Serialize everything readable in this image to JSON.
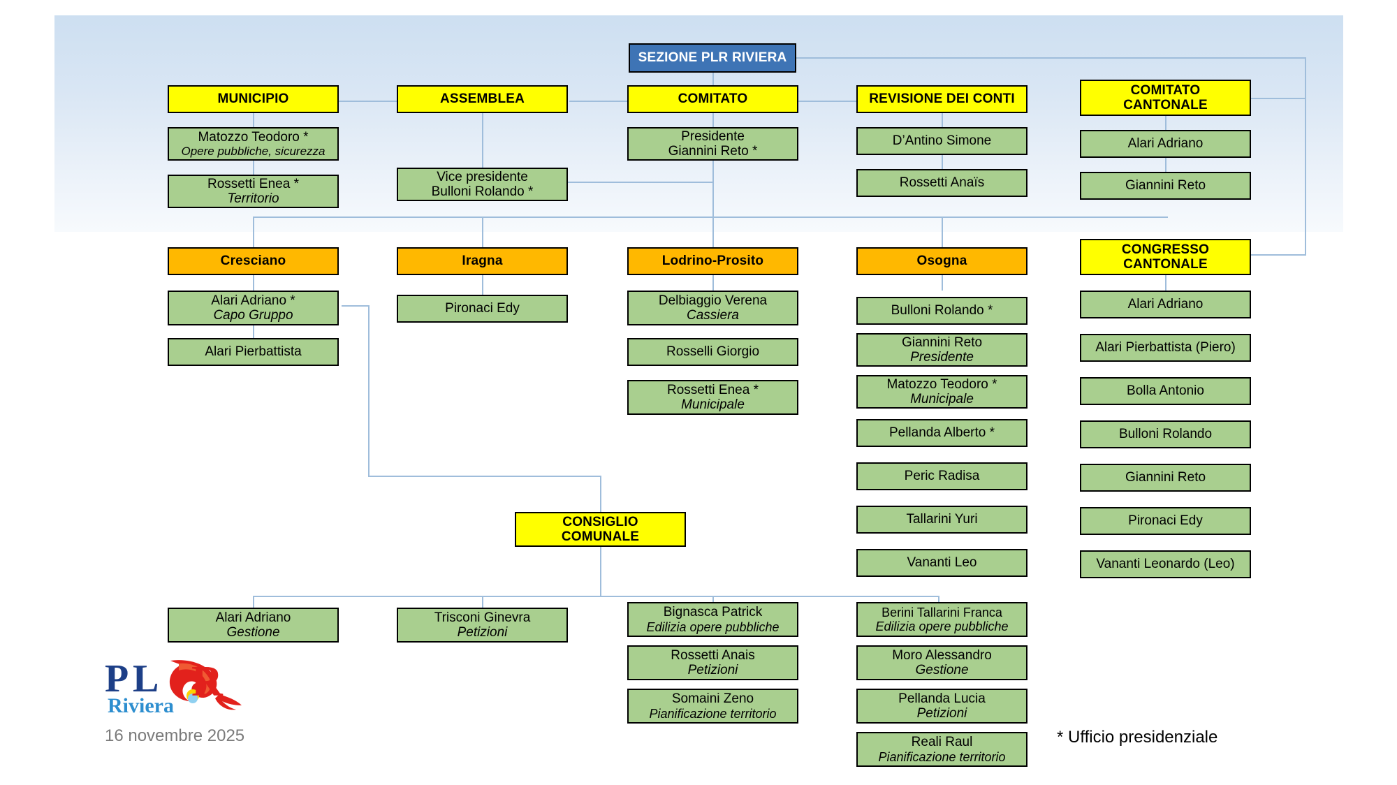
{
  "meta": {
    "date": "16 novembre 2025",
    "legend": "* Ufficio presidenziale",
    "logo_main": "PLR",
    "logo_sub": "Riviera"
  },
  "colors": {
    "root": "#3e74b5",
    "organ": "#ffff00",
    "municipality": "#ffb800",
    "person": "#a9cf8f",
    "connector": "#9fbddb"
  },
  "root": {
    "label": "SEZIONE PLR RIVIERA"
  },
  "organs": {
    "municipio": {
      "label": "MUNICIPIO",
      "members": [
        {
          "name": "Matozzo Teodoro *",
          "role": "Opere pubbliche, sicurezza"
        },
        {
          "name": "Rossetti Enea *",
          "role": "Territorio"
        }
      ]
    },
    "assemblea": {
      "label": "ASSEMBLEA",
      "members": [
        {
          "name": "Vice presidente",
          "role2": "Bulloni Rolando *"
        }
      ]
    },
    "comitato": {
      "label": "COMITATO",
      "members": [
        {
          "name": "Presidente",
          "role2": "Giannini Reto *"
        }
      ]
    },
    "revisione": {
      "label": "REVISIONE DEI CONTI",
      "members": [
        {
          "name": "D’Antino Simone"
        },
        {
          "name": "Rossetti Anaïs"
        }
      ]
    },
    "comitato_cantonale": {
      "label_line1": "COMITATO",
      "label_line2": "CANTONALE",
      "members": [
        {
          "name": "Alari Adriano"
        },
        {
          "name": "Giannini Reto"
        }
      ]
    },
    "congresso_cantonale": {
      "label_line1": "CONGRESSO",
      "label_line2": "CANTONALE",
      "members": [
        {
          "name": "Alari Adriano"
        },
        {
          "name": "Alari Pierbattista (Piero)"
        },
        {
          "name": "Bolla Antonio"
        },
        {
          "name": "Bulloni Rolando"
        },
        {
          "name": "Giannini Reto"
        },
        {
          "name": "Pironaci Edy"
        },
        {
          "name": "Vananti Leonardo (Leo)"
        }
      ]
    },
    "consiglio_comunale": {
      "label_line1": "CONSIGLIO",
      "label_line2": "COMUNALE",
      "members": [
        {
          "name": "Alari Adriano",
          "role": "Gestione"
        },
        {
          "name": "Trisconi Ginevra",
          "role": "Petizioni"
        },
        {
          "name": "Bignasca Patrick",
          "role": "Edilizia opere pubbliche"
        },
        {
          "name": "Rossetti Anais",
          "role": "Petizioni"
        },
        {
          "name": "Somaini Zeno",
          "role": "Pianificazione territorio"
        },
        {
          "name": "Berini Tallarini Franca",
          "role": "Edilizia opere pubbliche"
        },
        {
          "name": "Moro Alessandro",
          "role": "Gestione"
        },
        {
          "name": "Pellanda Lucia",
          "role": "Petizioni"
        },
        {
          "name": "Reali Raul",
          "role": "Pianificazione territorio"
        }
      ]
    }
  },
  "municipalities": [
    {
      "label": "Cresciano",
      "members": [
        {
          "name": "Alari Adriano *",
          "role": "Capo Gruppo"
        },
        {
          "name": "Alari Pierbattista"
        }
      ]
    },
    {
      "label": "Iragna",
      "members": [
        {
          "name": "Pironaci Edy"
        }
      ]
    },
    {
      "label": "Lodrino-Prosito",
      "members": [
        {
          "name": "Delbiaggio Verena",
          "role": "Cassiera"
        },
        {
          "name": "Rosselli Giorgio"
        },
        {
          "name": "Rossetti Enea *",
          "role": "Municipale"
        }
      ]
    },
    {
      "label": "Osogna",
      "members": [
        {
          "name": "Bulloni Rolando *"
        },
        {
          "name": "Giannini Reto",
          "role": "Presidente"
        },
        {
          "name": "Matozzo Teodoro *",
          "role": "Municipale"
        },
        {
          "name": "Pellanda Alberto *"
        },
        {
          "name": "Peric Radisa"
        },
        {
          "name": "Tallarini Yuri"
        },
        {
          "name": "Vananti Leo"
        }
      ]
    }
  ]
}
